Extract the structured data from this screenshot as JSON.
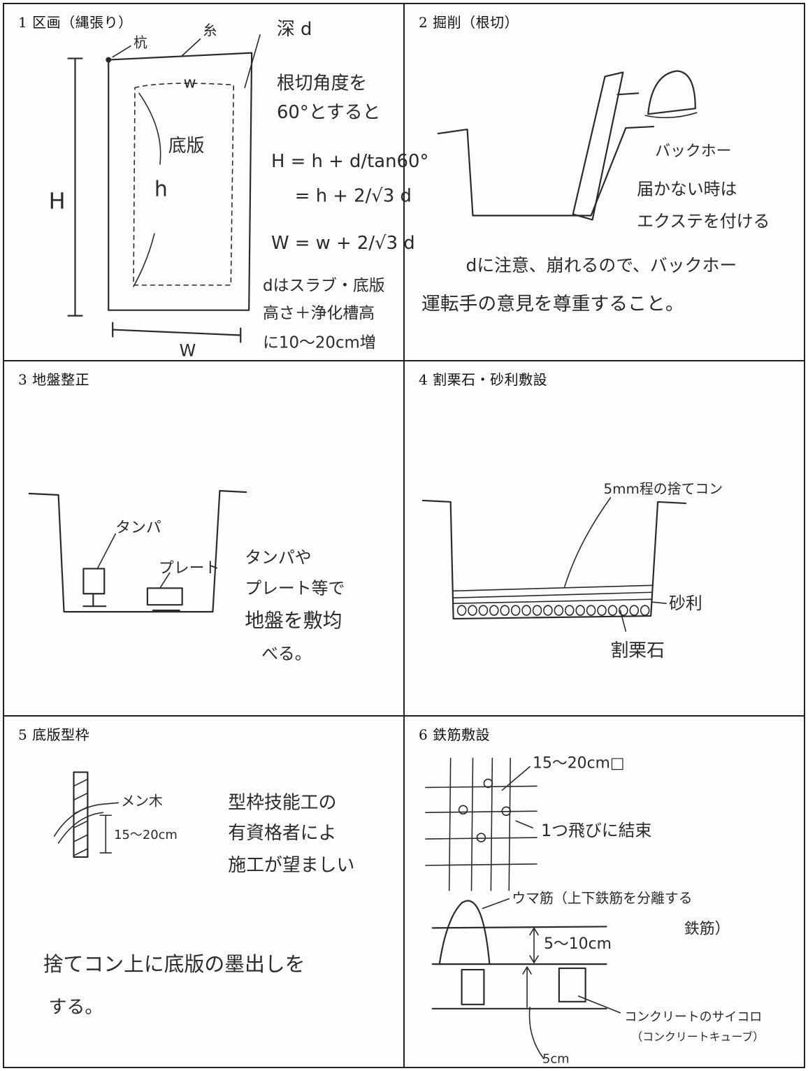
{
  "panels": [
    {
      "title": "1 区画（縄張り）",
      "labels": {
        "stake": "杭",
        "string": "糸",
        "depth": "深 d",
        "w_small": "w",
        "slab": "底版",
        "h": "h",
        "H": "H",
        "W_big": "W"
      },
      "notes": [
        "根切角度を",
        "60°とすると",
        "H = h + d/tan60°",
        "= h + 2/√3 d",
        "W = w + 2/√3 d",
        "dはスラブ・底版",
        "高さ＋浄化槽高",
        "に10～20cm増"
      ]
    },
    {
      "title": "2 掘削（根切）",
      "labels": {
        "backhoe": "バックホー"
      },
      "notes": [
        "届かない時は",
        "エクステを付ける",
        "dに注意、崩れるので、バックホー",
        "運転手の意見を尊重すること。"
      ]
    },
    {
      "title": "3 地盤整正",
      "labels": {
        "tamper": "タンパ",
        "plate": "プレート"
      },
      "notes": [
        "タンパや",
        "プレート等で",
        "地盤を敷均",
        "べる。"
      ]
    },
    {
      "title": "4 割栗石・砂利敷設",
      "labels": {
        "concrete": "5mm程の捨てコン",
        "gravel": "砂利",
        "rubble": "割栗石"
      }
    },
    {
      "title": "5 底版型枠",
      "labels": {
        "form": "メン木",
        "height": "15～20cm"
      },
      "notes": [
        "型枠技能工の",
        "有資格者によ",
        "施工が望ましい",
        "捨てコン上に底版の墨出しを",
        "する。"
      ]
    },
    {
      "title": "6 鉄筋敷設",
      "labels": {
        "spacing": "15～20cm□",
        "tie": "1つ飛びに結束",
        "stirrup": "ウマ筋（上下鉄筋を分離する",
        "stirrup2": "鉄筋）",
        "gap": "5～10cm",
        "spacer": "コンクリートのサイコロ",
        "spacer2": "（コンクリートキューブ）",
        "cover": "5cm"
      }
    }
  ]
}
